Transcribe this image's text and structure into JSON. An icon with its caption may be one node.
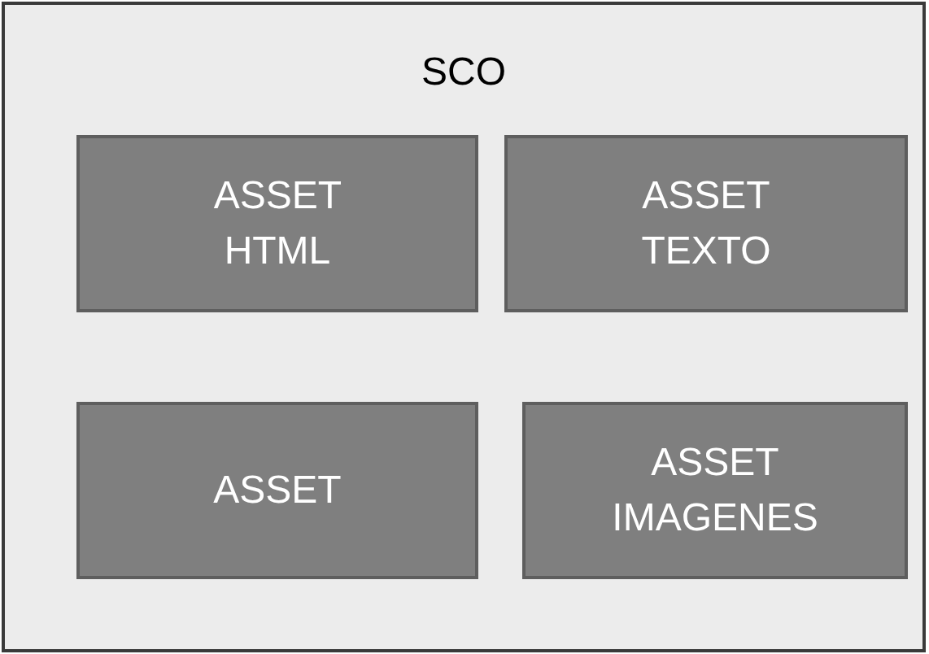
{
  "diagram": {
    "nodes": [
      {
        "text": [
          "SCO"
        ]
      },
      {
        "text": [
          "ASSET HTML"
        ],
        "in": 0
      },
      {
        "text": [
          "ASSET TEXTO"
        ],
        "in": 0
      },
      {
        "text": [
          "ASSET"
        ],
        "in": 0
      },
      {
        "text": [
          "ASSET IMAGENES"
        ],
        "in": 0
      }
    ]
  }
}
